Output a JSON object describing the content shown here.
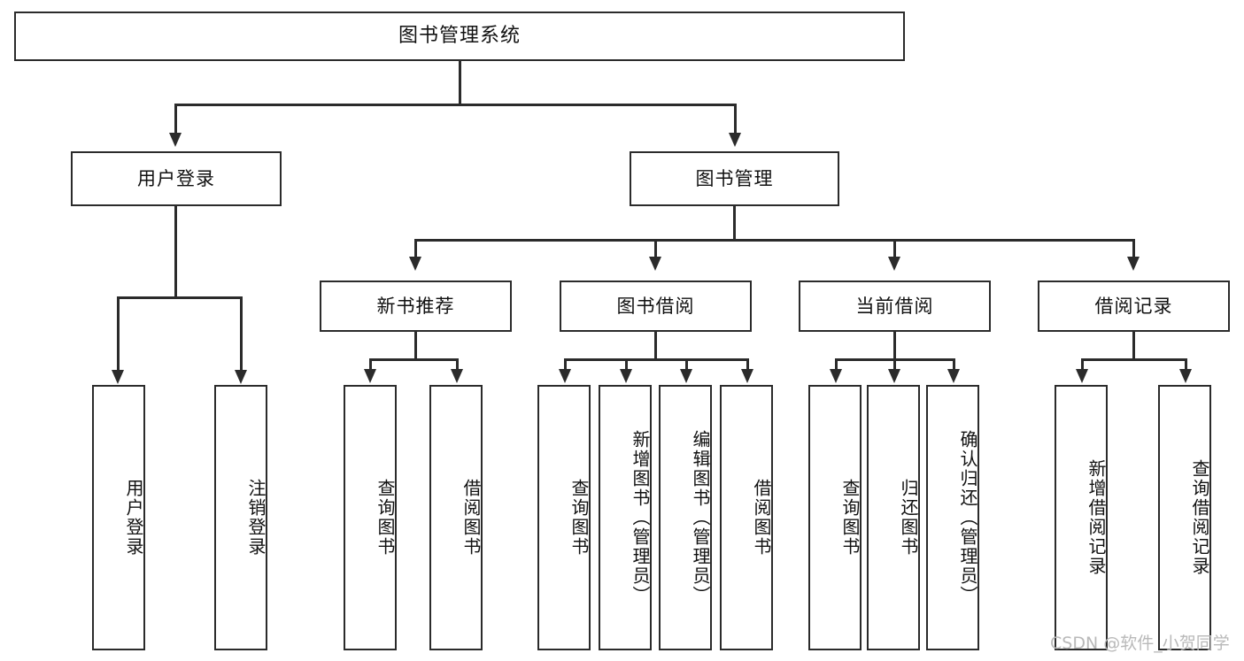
{
  "diagram": {
    "title": "图书管理系统",
    "type": "tree",
    "watermark": "CSDN @软件_小贺同学",
    "colors": {
      "stroke": "#2b2b2b",
      "fill": "#ffffff",
      "text": "#111111",
      "watermark": "#b9b9b9"
    }
  },
  "nodes": {
    "root": {
      "label": "图书管理系统"
    },
    "level2": [
      {
        "label": "用户登录"
      },
      {
        "label": "图书管理"
      }
    ],
    "level3": [
      {
        "label": "新书推荐"
      },
      {
        "label": "图书借阅"
      },
      {
        "label": "当前借阅"
      },
      {
        "label": "借阅记录"
      }
    ],
    "leaves": {
      "user_login": [
        {
          "label": "用户登录"
        },
        {
          "label": "注销登录"
        }
      ],
      "new_book_recommend": [
        {
          "label": "查询图书"
        },
        {
          "label": "借阅图书"
        }
      ],
      "book_borrow": [
        {
          "label": "查询图书"
        },
        {
          "label": "新增图书（管理员）"
        },
        {
          "label": "编辑图书（管理员）"
        },
        {
          "label": "借阅图书"
        }
      ],
      "current_borrow": [
        {
          "label": "查询图书"
        },
        {
          "label": "归还图书"
        },
        {
          "label": "确认归还（管理员）"
        }
      ],
      "borrow_record": [
        {
          "label": "新增借阅记录"
        },
        {
          "label": "查询借阅记录"
        }
      ]
    }
  }
}
